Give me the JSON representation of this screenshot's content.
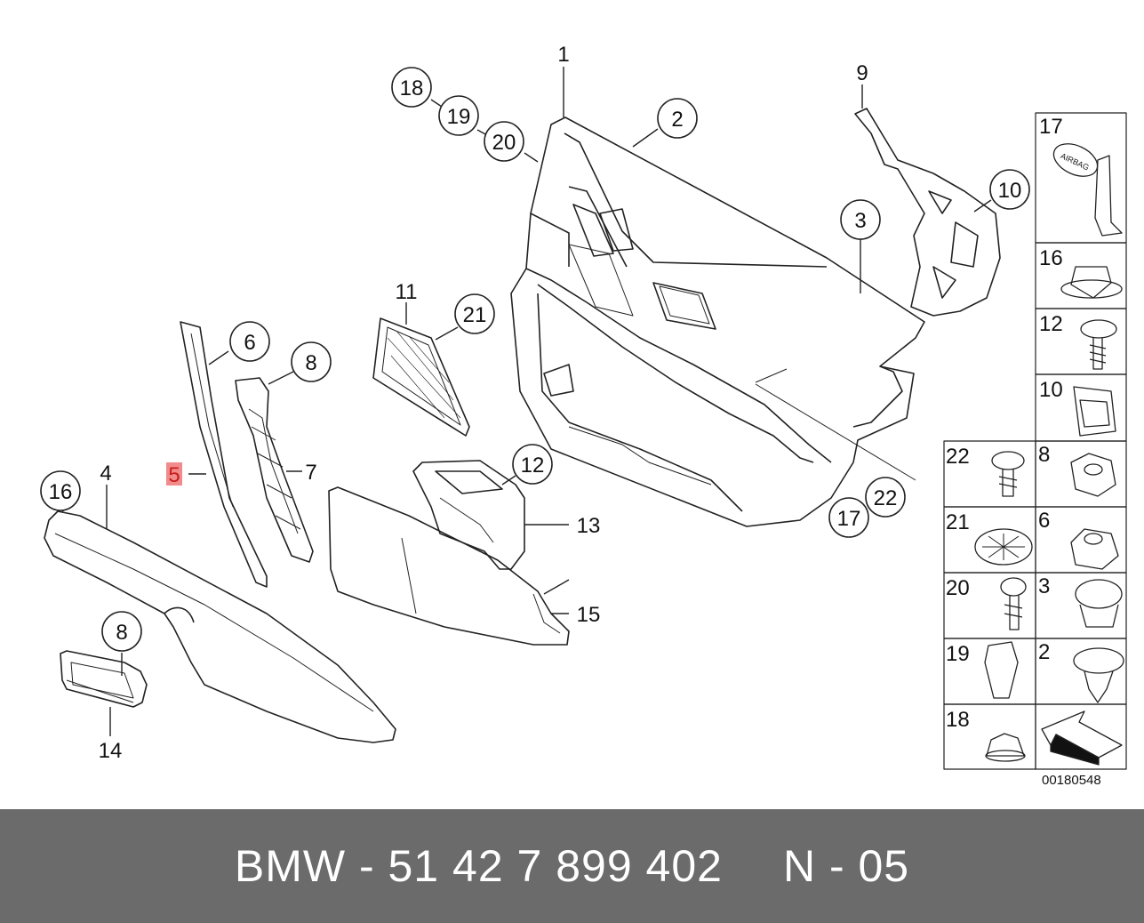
{
  "diagram": {
    "callouts": [
      "1",
      "2",
      "3",
      "4",
      "5",
      "6",
      "7",
      "8",
      "8",
      "9",
      "10",
      "11",
      "12",
      "13",
      "14",
      "15",
      "16",
      "17",
      "18",
      "19",
      "20",
      "21",
      "22"
    ],
    "highlighted_callout": "5",
    "airbag_label": "AIRBAG",
    "catalog_number": "00180548"
  },
  "legend_cells": [
    "17",
    "16",
    "12",
    "10",
    "22",
    "8",
    "21",
    "6",
    "20",
    "3",
    "19",
    "2",
    "18"
  ],
  "footer": {
    "part_number": "BMW - 51 42 7 899 402",
    "variant": "N - 05"
  },
  "colors": {
    "footer_background": "#6b6b6b",
    "highlight": "#f28b8b",
    "line": "#222222"
  }
}
